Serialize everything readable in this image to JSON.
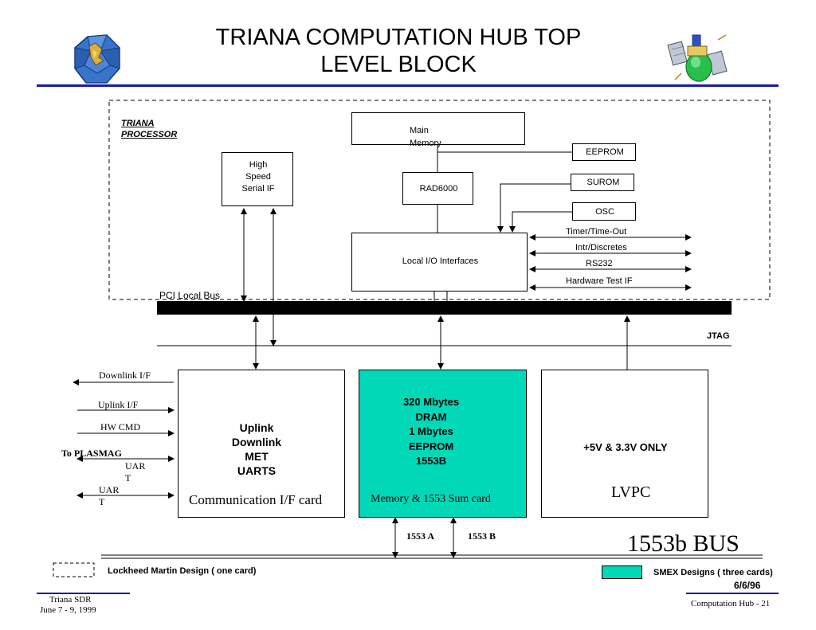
{
  "header": {
    "title": "TRIANA COMPUTATION HUB TOP\nLEVEL BLOCK"
  },
  "processor": {
    "label": "TRIANA\nPROCESSOR",
    "main_memory": "Main\nMemory",
    "eeprom": "EEPROM",
    "surom": "SUROM",
    "osc": "OSC",
    "rad6000": "RAD6000",
    "high_speed_serial": "High\nSpeed\nSerial IF",
    "local_io": "Local I/O Interfaces",
    "signals": {
      "timer": "Timer/Time-Out",
      "intr": "Intr/Discretes",
      "rs232": "RS232",
      "hw_test": "Hardware Test IF"
    }
  },
  "bus": {
    "pci_label": "PCI Local Bus",
    "jtag_label": "JTAG",
    "bus_1553": "1553b BUS",
    "bus_a": "1553 A",
    "bus_b": "1553 B"
  },
  "left_signals": {
    "downlink": "Downlink I/F",
    "uplink": "Uplink I/F",
    "hw_cmd": "HW CMD",
    "to_plasmag": "To PLASMAG",
    "uart1": "UAR\nT",
    "uart2": "UAR\nT"
  },
  "cards": {
    "comm": {
      "body": "Uplink\nDownlink\nMET\nUARTS",
      "caption": "Communication I/F card"
    },
    "memory": {
      "body": "320 Mbytes\nDRAM\n1 Mbytes\nEEPROM\n1553B",
      "caption": "Memory & 1553 Sum card",
      "fill": "#00D8B8"
    },
    "lvpc": {
      "body": "+5V & 3.3V ONLY",
      "caption": "LVPC"
    }
  },
  "legend": {
    "lockheed": "Lockheed Martin Design ( one card)",
    "smex": "SMEX Designs ( three cards)",
    "smex_color": "#00D8B8"
  },
  "footer": {
    "date_top": "6/6/96",
    "left_line1": "Triana SDR",
    "left_line2": "June 7 - 9, 1999",
    "right": "Computation Hub  - 21"
  },
  "colors": {
    "accent_rule": "#1a1aa6"
  },
  "icons": {
    "left_logo": "earth-polyhedron-logo",
    "right_logo": "satellite-icon"
  }
}
